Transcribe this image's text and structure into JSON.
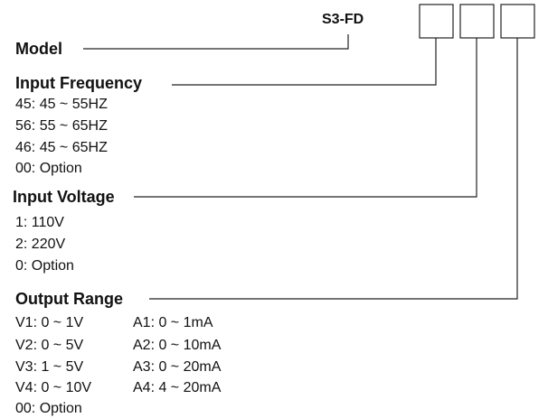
{
  "model_code": "S3-FD",
  "sections": {
    "model": {
      "title": "Model"
    },
    "input_frequency": {
      "title": "Input  Frequency",
      "items": [
        "45: 45 ~ 55HZ",
        "56: 55 ~ 65HZ",
        "46: 45 ~ 65HZ",
        "00: Option"
      ]
    },
    "input_voltage": {
      "title": "Input Voltage",
      "items": [
        "1: 110V",
        "2: 220V",
        "0: Option"
      ]
    },
    "output_range": {
      "title": "Output  Range",
      "voltage_items": [
        "V1: 0 ~ 1V",
        "V2: 0 ~ 5V",
        "V3: 1 ~ 5V",
        "V4: 0 ~ 10V",
        "00: Option"
      ],
      "current_items": [
        "A1: 0 ~ 1mA",
        "A2: 0 ~ 10mA",
        "A3: 0 ~ 20mA",
        "A4: 4 ~ 20mA"
      ]
    }
  },
  "colors": {
    "text": "#111111",
    "line": "#222222",
    "background": "#ffffff"
  }
}
